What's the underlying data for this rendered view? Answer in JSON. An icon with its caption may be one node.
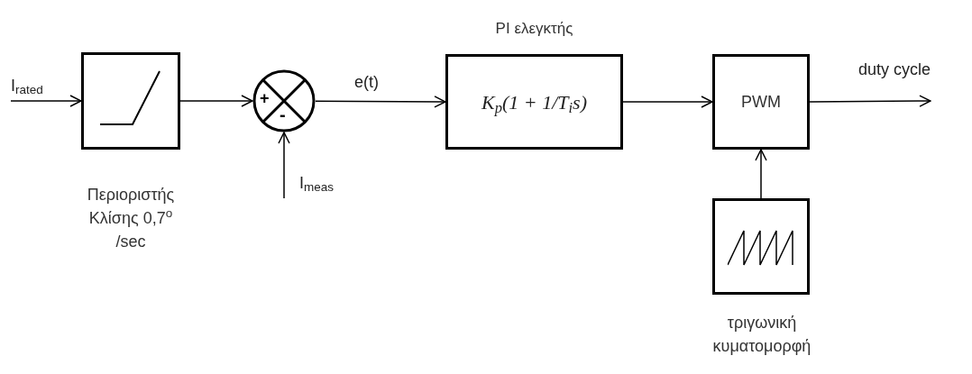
{
  "diagram": {
    "nodes": [
      {
        "text": [],
        "shape": "box",
        "beside": [
          "Περιοριστής Κλίσης 0,7$^{o}$ /sec"
        ]
      },
      {
        "text": [
          "+",
          "-"
        ]
      },
      {
        "text": [
          "PI ελεγκτής",
          "K$_{p}$(1 + 1/T$_{i}$s)"
        ]
      },
      {
        "text": [
          "PWM"
        ]
      },
      {
        "text": [],
        "shape": "box",
        "beside": [
          "τριγωνική κυματομορφή"
        ]
      }
    ],
    "edges": [
      {
        "from": null,
        "to": 0,
        "arrow": "to",
        "label": "I$_{rated}$"
      },
      {
        "from": 0,
        "to": 1,
        "arrow": "to"
      },
      {
        "from": null,
        "to": 1,
        "arrow": "to",
        "label": "I$_{meas}$"
      },
      {
        "from": 1,
        "to": 2,
        "arrow": "to",
        "label": "e(t)"
      },
      {
        "from": 2,
        "to": 3,
        "arrow": "to"
      },
      {
        "from": 3,
        "to": null,
        "arrow": "to",
        "label": "duty cycle"
      },
      {
        "from": 4,
        "to": 3,
        "arrow": "to"
      }
    ]
  }
}
